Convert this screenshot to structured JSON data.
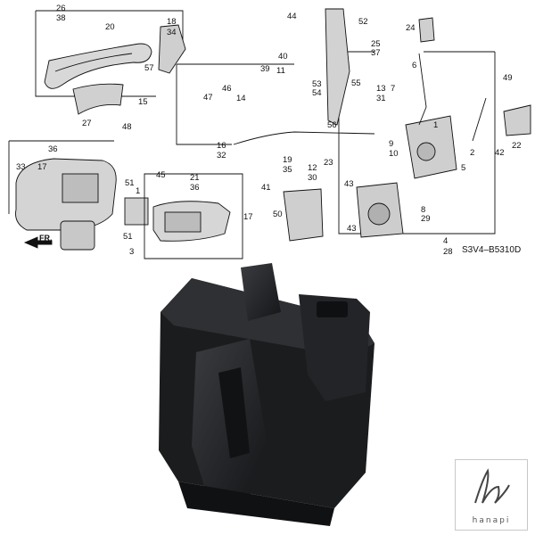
{
  "diagram": {
    "code": "S3V4–B5310D",
    "fr_label": "FR.",
    "callouts": [
      {
        "id": "c26",
        "text": "26"
      },
      {
        "id": "c38",
        "text": "38"
      },
      {
        "id": "c20",
        "text": "20"
      },
      {
        "id": "c18",
        "text": "18"
      },
      {
        "id": "c34",
        "text": "34"
      },
      {
        "id": "c57",
        "text": "57"
      },
      {
        "id": "c15",
        "text": "15"
      },
      {
        "id": "c27",
        "text": "27"
      },
      {
        "id": "c48",
        "text": "48"
      },
      {
        "id": "c44",
        "text": "44"
      },
      {
        "id": "c52",
        "text": "52"
      },
      {
        "id": "c24",
        "text": "24"
      },
      {
        "id": "c25",
        "text": "25"
      },
      {
        "id": "c37",
        "text": "37"
      },
      {
        "id": "c40",
        "text": "40"
      },
      {
        "id": "c39",
        "text": "39"
      },
      {
        "id": "c11",
        "text": "11"
      },
      {
        "id": "c53",
        "text": "53"
      },
      {
        "id": "c54",
        "text": "54"
      },
      {
        "id": "c55",
        "text": "55"
      },
      {
        "id": "c6",
        "text": "6"
      },
      {
        "id": "c13",
        "text": "13"
      },
      {
        "id": "c31",
        "text": "31"
      },
      {
        "id": "c7",
        "text": "7"
      },
      {
        "id": "c49",
        "text": "49"
      },
      {
        "id": "c47",
        "text": "47"
      },
      {
        "id": "c46",
        "text": "46"
      },
      {
        "id": "c14",
        "text": "14"
      },
      {
        "id": "c56",
        "text": "56"
      },
      {
        "id": "c1",
        "text": "1"
      },
      {
        "id": "c2",
        "text": "2"
      },
      {
        "id": "c22",
        "text": "22"
      },
      {
        "id": "c42",
        "text": "42"
      },
      {
        "id": "c36",
        "text": "36"
      },
      {
        "id": "c16",
        "text": "16"
      },
      {
        "id": "c32",
        "text": "32"
      },
      {
        "id": "c19",
        "text": "19"
      },
      {
        "id": "c35",
        "text": "35"
      },
      {
        "id": "c23",
        "text": "23"
      },
      {
        "id": "c9",
        "text": "9"
      },
      {
        "id": "c10",
        "text": "10"
      },
      {
        "id": "c5",
        "text": "5"
      },
      {
        "id": "c33",
        "text": "33"
      },
      {
        "id": "c17",
        "text": "17"
      },
      {
        "id": "c51",
        "text": "51"
      },
      {
        "id": "c45",
        "text": "45"
      },
      {
        "id": "c21",
        "text": "21"
      },
      {
        "id": "c36b",
        "text": "36"
      },
      {
        "id": "c12",
        "text": "12"
      },
      {
        "id": "c30",
        "text": "30"
      },
      {
        "id": "c43",
        "text": "43"
      },
      {
        "id": "c1b",
        "text": "1"
      },
      {
        "id": "c41",
        "text": "41"
      },
      {
        "id": "c17b",
        "text": "17"
      },
      {
        "id": "c50",
        "text": "50"
      },
      {
        "id": "c8",
        "text": "8"
      },
      {
        "id": "c29",
        "text": "29"
      },
      {
        "id": "c43b",
        "text": "43"
      },
      {
        "id": "c51b",
        "text": "51"
      },
      {
        "id": "c3",
        "text": "3"
      },
      {
        "id": "c4",
        "text": "4"
      },
      {
        "id": "c28",
        "text": "28"
      }
    ]
  },
  "photo": {
    "color": "#1b1c1e",
    "highlight": "#3a3c40"
  },
  "logo": {
    "text": "hanapi"
  }
}
